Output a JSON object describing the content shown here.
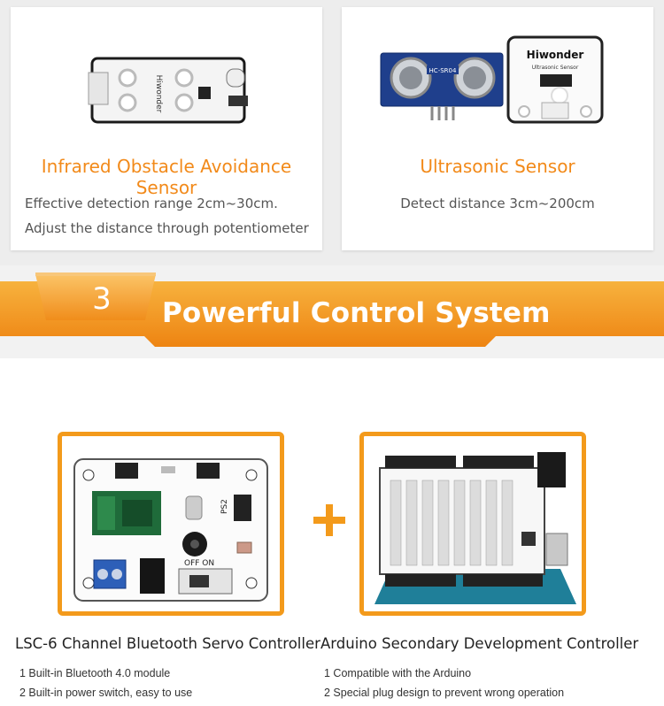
{
  "sensors": [
    {
      "title": "Infrared Obstacle Avoidance Sensor",
      "description": "Effective detection range 2cm~30cm. Adjust the distance  through potentiometer",
      "image_label": "Hiwonder"
    },
    {
      "title": "Ultrasonic Sensor",
      "description": "Detect distance 3cm~200cm",
      "image_label": "Hiwonder",
      "image_sublabel": "Ultrasonic Sensor",
      "module_label": "HC-SR04"
    }
  ],
  "section": {
    "number": "3",
    "title": "Powerful Control System"
  },
  "products": [
    {
      "title": "LSC-6 Channel Bluetooth Servo Controller",
      "features": [
        "1 Built-in Bluetooth 4.0 module",
        "2 Built-in power switch, easy to use"
      ],
      "board_labels": {
        "ps2": "PS2",
        "power": "OFF  ON"
      }
    },
    {
      "title": "Arduino Secondary Development Controller",
      "features": [
        "1 Compatible with the Arduino",
        "2 Special plug design to prevent wrong operation"
      ]
    }
  ],
  "plus_symbol": "+",
  "colors": {
    "accent_orange": "#f39a1b",
    "title_orange": "#f28a1a",
    "banner_light": "#f7b23e",
    "banner_dark": "#ee8412",
    "pcb_blue": "#1f3f8c",
    "arduino_teal": "#1f7f99"
  }
}
